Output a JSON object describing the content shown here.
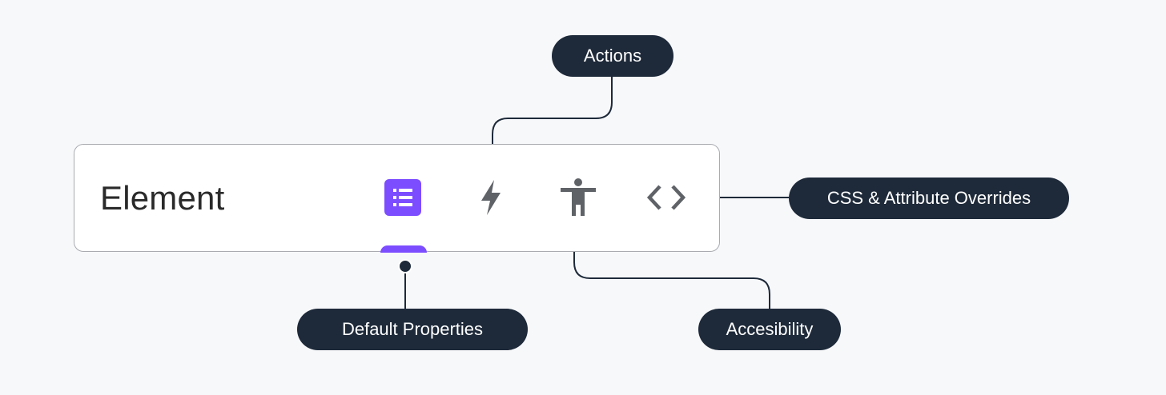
{
  "panel": {
    "title": "Element"
  },
  "tabs": [
    {
      "icon": "list-icon",
      "active": true
    },
    {
      "icon": "lightning-bolt-icon",
      "active": false
    },
    {
      "icon": "accessibility-person-icon",
      "active": false
    },
    {
      "icon": "code-brackets-icon",
      "active": false
    }
  ],
  "callouts": {
    "actions": "Actions",
    "css_overrides": "CSS & Attribute Overrides",
    "default_properties": "Default Properties",
    "accessibility": "Accesibility"
  },
  "colors": {
    "background": "#f7f8fa",
    "accent": "#7c4dff",
    "icon_gray": "#5f6368",
    "callout_bg": "#1e2a3a",
    "connector": "#1e2a3a"
  }
}
